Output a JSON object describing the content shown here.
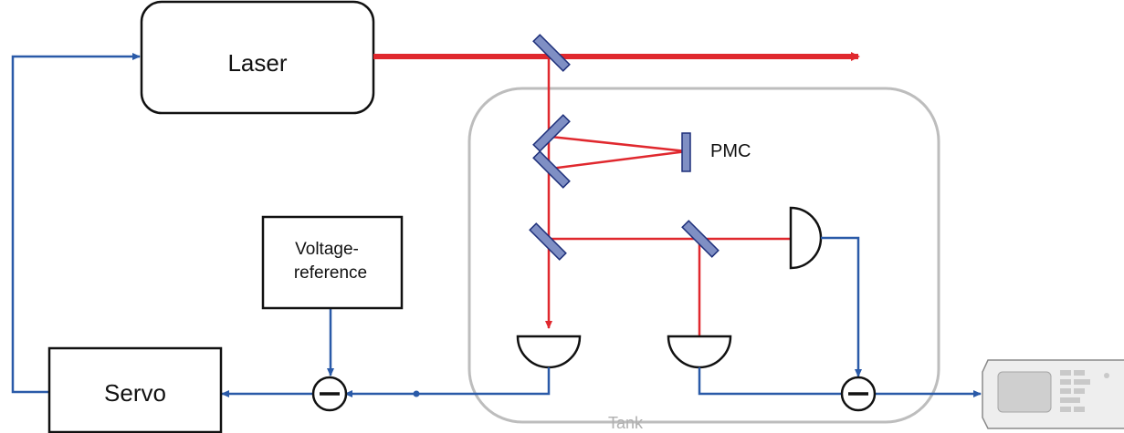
{
  "blocks": {
    "laser": "Laser",
    "servo": "Servo",
    "voltage_reference_line1": "Voltage-",
    "voltage_reference_line2": "reference",
    "pmc": "PMC",
    "tank": "Tank"
  },
  "operators": {
    "subtract_symbol": "−"
  },
  "colors": {
    "beam": "#e0282e",
    "signal": "#2a5aa8",
    "tank_outline": "#b8b8b8",
    "optic_fill": "#7f8fc4",
    "optic_stroke": "#1d2f7a"
  }
}
